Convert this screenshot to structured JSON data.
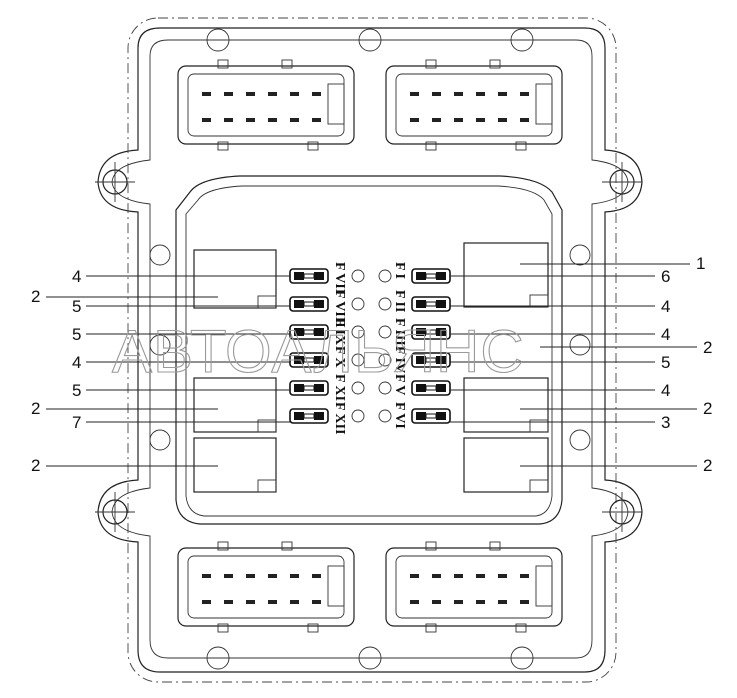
{
  "watermark": "АВТОАЛЬЯНС",
  "fuse_ids_left": [
    "F VII",
    "F VIII",
    "F IX",
    "F X",
    "F XI",
    "F XII"
  ],
  "fuse_ids_right": [
    "F I",
    "F II",
    "F III",
    "F IV",
    "F V",
    "F VI"
  ],
  "left_callouts": [
    "4",
    "2",
    "5",
    "5",
    "4",
    "5",
    "2",
    "7",
    "2"
  ],
  "right_callouts": [
    "1",
    "6",
    "4",
    "4",
    "2",
    "5",
    "4",
    "2",
    "3",
    "2"
  ]
}
